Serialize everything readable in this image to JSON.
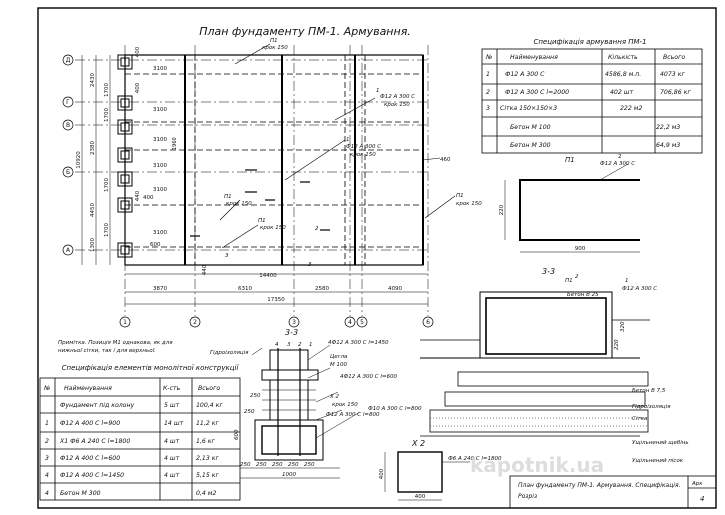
{
  "title": "План фундаменту ПМ-1. Армування.",
  "axes": {
    "rows": [
      "Д",
      "Г",
      "В",
      "Б",
      "А"
    ],
    "cols": [
      "1",
      "2",
      "3",
      "4",
      "5",
      "6"
    ]
  },
  "left_dims": [
    "2430",
    "1700",
    "1700",
    "2380",
    "1700",
    "4450",
    "1700",
    "10920",
    "1300"
  ],
  "top_dims": [
    "400",
    "400",
    "440"
  ],
  "bottom_dims": [
    "3870",
    "6310",
    "2580",
    "4090",
    "14400",
    "17350",
    "440"
  ],
  "inner_dims": [
    "3100",
    "3100",
    "3100",
    "3100",
    "3100",
    "3100",
    "600",
    "400",
    "1960",
    "460"
  ],
  "callouts": [
    {
      "a": "П1",
      "b": "крок 150"
    },
    {
      "a": "Ф12 А 300 С",
      "b": "крок 150"
    },
    {
      "a": "Ф12 А 300 С",
      "b": "крок 150"
    },
    {
      "a": "П1",
      "b": "крок 150"
    },
    {
      "a": "П1",
      "b": "крок 150"
    },
    {
      "a": "П1",
      "b": "крок 150"
    }
  ],
  "callout_nums": [
    "1",
    "1",
    "2",
    "3",
    "3"
  ],
  "spec_top": {
    "title": "Специфікація армування ПМ-1",
    "headers": [
      "№",
      "Найменування",
      "Кількість",
      "Всього"
    ],
    "rows": [
      [
        "1",
        "Ф12 А 300 С",
        "4586,8 м.п.",
        "4073 кг"
      ],
      [
        "2",
        "Ф12 А 300 С l=2000",
        "402 шт",
        "706,86 кг"
      ],
      [
        "3",
        "Сітка 150×150×3",
        "",
        "222 м2"
      ],
      [
        "",
        "Бетон М 100",
        "",
        "22,2 м3"
      ],
      [
        "",
        "Бетон М 300",
        "",
        "64,9 м3"
      ]
    ]
  },
  "p1": {
    "label": "П1",
    "bar": "Ф12 А 300 С",
    "num": "2",
    "h": "220",
    "w": "900"
  },
  "section33_right": {
    "title": "3-3",
    "labels": [
      "П1",
      "Ф12 А 300 С",
      "Бетон В 25",
      "Бетон В 7,5",
      "Гідроізоляція",
      "Сітка",
      "Ущільнений щебінь",
      "Ущільнений пісок"
    ],
    "nums": [
      "2",
      "1",
      "320",
      "220"
    ]
  },
  "note": [
    "Примітка. Позиція М1 однакова, як для",
    "нижньої сітки, так і для верхньої."
  ],
  "spec_bottom": {
    "title": "Специфікація елементів монолітної конструкції",
    "headers": [
      "№",
      "Найменування",
      "К-сть",
      "Всього"
    ],
    "rows": [
      [
        "",
        "Фундамент під колону",
        "5 шт",
        "100,4 кг"
      ],
      [
        "1",
        "Ф12 А 400 С l=900",
        "14 шт",
        "11,2 кг"
      ],
      [
        "2",
        "Х1 Ф6 А 240 С l=1800",
        "4 шт",
        "1,6 кг"
      ],
      [
        "3",
        "Ф12 А 400 С l=600",
        "4 шт",
        "2,13 кг"
      ],
      [
        "4",
        "Ф12 А 400 С l=1450",
        "4 шт",
        "5,15 кг"
      ],
      [
        "4",
        "Бетон М 300",
        "",
        "0,4 м2"
      ]
    ]
  },
  "section33_center": {
    "title": "3-3",
    "labels": [
      "Гідроізоляція",
      "4Ф12 А 300 С l=1450",
      "Цегла",
      "М 100",
      "4Ф12 А 300 С l=600",
      "Х 2",
      "крок 150",
      "Ф10 А 300 С l=800",
      "Ф12 А 300 С l=800"
    ],
    "dims": [
      "250",
      "250",
      "250",
      "250",
      "250",
      "250",
      "250",
      "1000",
      "600"
    ],
    "nums": [
      "4",
      "3",
      "2",
      "1"
    ]
  },
  "x2": {
    "title": "Х 2",
    "bar": "Ф6 А 240 С l=1800",
    "h": "400",
    "w": "400"
  },
  "stamp": {
    "line1": "План фундаменту ПМ-1. Армування. Специфікація.",
    "line2": "Розріз",
    "sheet_label": "Арк",
    "sheet_no": "4"
  },
  "watermark": "kapotnik.ua"
}
